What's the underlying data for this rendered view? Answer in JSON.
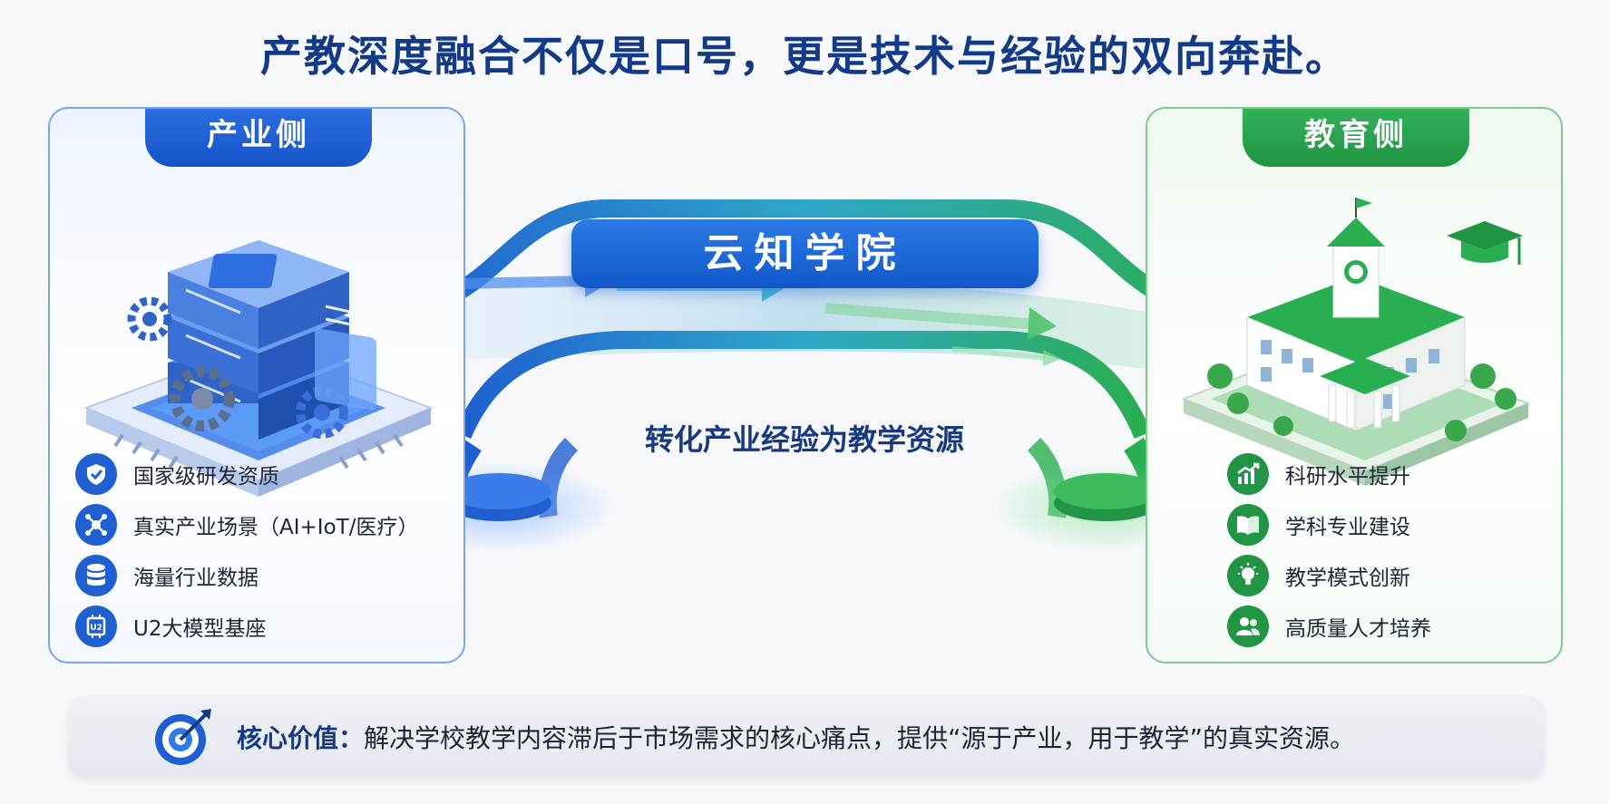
{
  "title": "产教深度融合不仅是口号，更是技术与经验的双向奔赴。",
  "industry": {
    "tab": "产业侧",
    "items": [
      {
        "label": "国家级研发资质",
        "icon": "shield-check-icon"
      },
      {
        "label": "真实产业场景（AI+IoT/医疗）",
        "icon": "network-nodes-icon"
      },
      {
        "label": "海量行业数据",
        "icon": "database-icon"
      },
      {
        "label": "U2大模型基座",
        "icon": "chip-icon",
        "icon_text": "U2"
      }
    ],
    "illustration": "server-chip-illustration",
    "accent": "#1f5fd0"
  },
  "education": {
    "tab": "教育侧",
    "items": [
      {
        "label": "科研水平提升",
        "icon": "growth-chart-icon"
      },
      {
        "label": "学科专业建设",
        "icon": "book-icon"
      },
      {
        "label": "教学模式创新",
        "icon": "lightbulb-icon"
      },
      {
        "label": "高质量人才培养",
        "icon": "people-icon"
      }
    ],
    "illustration": "school-building-illustration",
    "accent": "#219446"
  },
  "bridge": {
    "name": "云知学院",
    "caption": "转化产业经验为教学资源"
  },
  "banner": {
    "lead": "核心价值：",
    "text": "解决学校教学内容滞后于市场需求的核心痛点，提供“源于产业，用于教学”的真实资源。",
    "icon": "target-icon"
  }
}
